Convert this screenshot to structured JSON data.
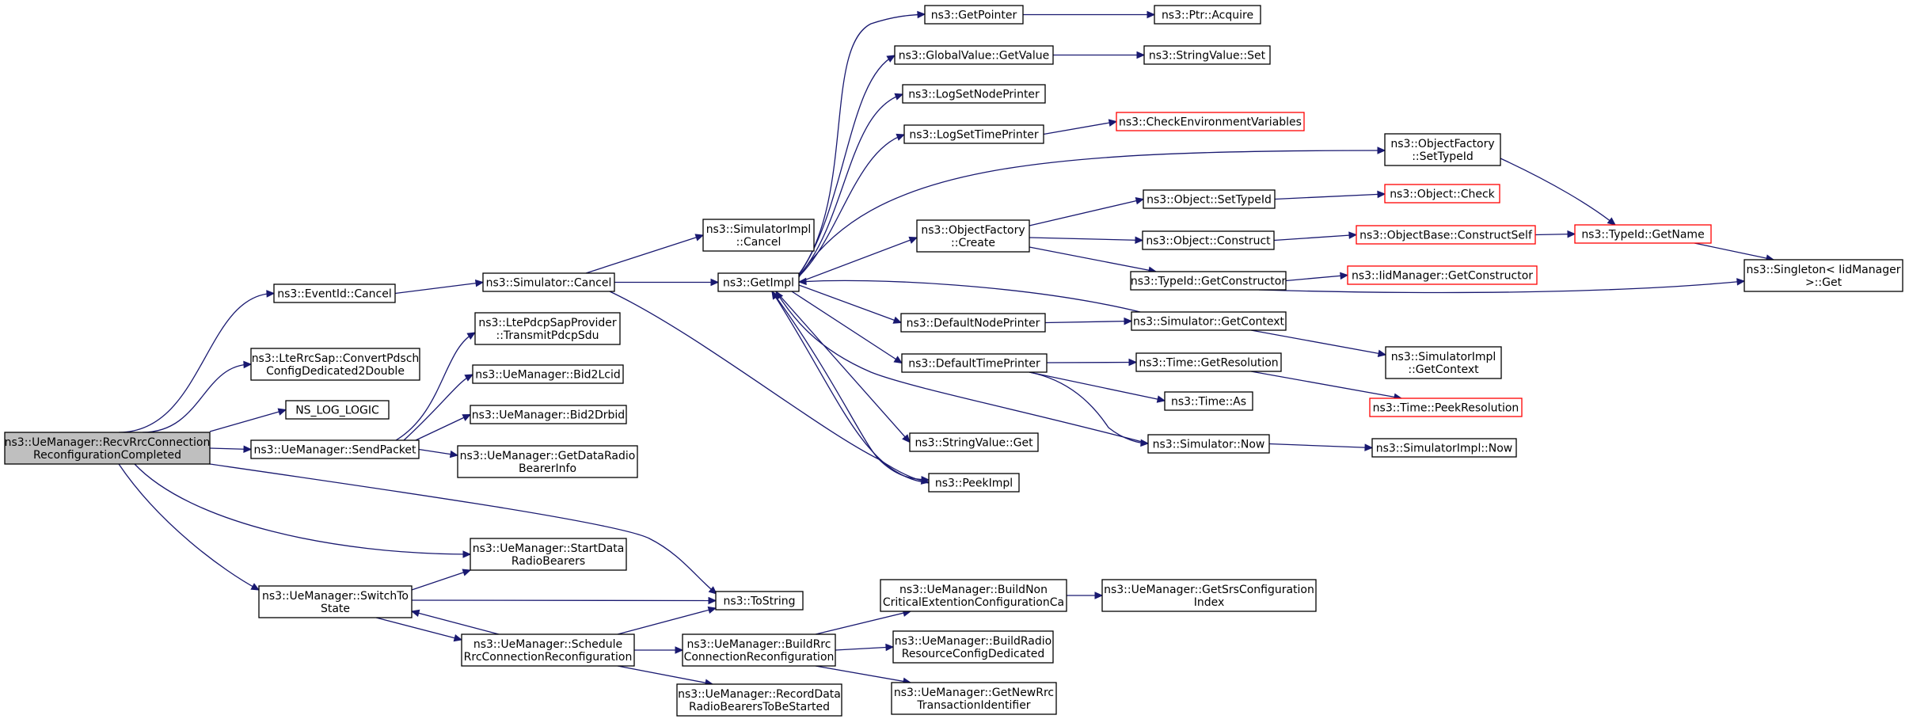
{
  "colors": {
    "edge": "#191970",
    "root_fill": "#bfbfbf",
    "node_border": "#000000",
    "truncated_border": "#ff0000"
  },
  "nodes": {
    "root": {
      "lines": [
        "ns3::UeManager::RecvRrcConnection",
        "ReconfigurationCompleted"
      ],
      "style": "root"
    },
    "eventid_cancel": {
      "lines": [
        "ns3::EventId::Cancel"
      ]
    },
    "convert": {
      "lines": [
        "ns3::LteRrcSap::ConvertPdsch",
        "ConfigDedicated2Double"
      ]
    },
    "ns_log_logic": {
      "lines": [
        "NS_LOG_LOGIC"
      ]
    },
    "sendpacket": {
      "lines": [
        "ns3::UeManager::SendPacket"
      ]
    },
    "switchto": {
      "lines": [
        "ns3::UeManager::SwitchTo",
        "State"
      ]
    },
    "sim_cancel": {
      "lines": [
        "ns3::Simulator::Cancel"
      ]
    },
    "transmitpdcp": {
      "lines": [
        "ns3::LtePdcpSapProvider",
        "::TransmitPdcpSdu"
      ]
    },
    "bid2lcid": {
      "lines": [
        "ns3::UeManager::Bid2Lcid"
      ]
    },
    "bid2drbid": {
      "lines": [
        "ns3::UeManager::Bid2Drbid"
      ]
    },
    "getdataradio": {
      "lines": [
        "ns3::UeManager::GetDataRadio",
        "BearerInfo"
      ]
    },
    "startdata": {
      "lines": [
        "ns3::UeManager::StartData",
        "RadioBearers"
      ]
    },
    "schedule": {
      "lines": [
        "ns3::UeManager::Schedule",
        "RrcConnectionReconfiguration"
      ]
    },
    "tostring": {
      "lines": [
        "ns3::ToString"
      ]
    },
    "simimpl_cancel": {
      "lines": [
        "ns3::SimulatorImpl",
        "::Cancel"
      ]
    },
    "getimpl": {
      "lines": [
        "ns3::GetImpl"
      ]
    },
    "buildrrc": {
      "lines": [
        "ns3::UeManager::BuildRrc",
        "ConnectionReconfiguration"
      ]
    },
    "recorddata": {
      "lines": [
        "ns3::UeManager::RecordData",
        "RadioBearersToBeStarted"
      ]
    },
    "getpointer": {
      "lines": [
        "ns3::GetPointer"
      ]
    },
    "globalvalue": {
      "lines": [
        "ns3::GlobalValue::GetValue"
      ]
    },
    "logsetnode": {
      "lines": [
        "ns3::LogSetNodePrinter"
      ]
    },
    "logsettime": {
      "lines": [
        "ns3::LogSetTimePrinter"
      ]
    },
    "objfactory_create": {
      "lines": [
        "ns3::ObjectFactory",
        "::Create"
      ]
    },
    "defaultnode": {
      "lines": [
        "ns3::DefaultNodePrinter"
      ]
    },
    "defaulttime": {
      "lines": [
        "ns3::DefaultTimePrinter"
      ]
    },
    "stringvalue_get": {
      "lines": [
        "ns3::StringValue::Get"
      ]
    },
    "peekimpl": {
      "lines": [
        "ns3::PeekImpl"
      ]
    },
    "buildnon": {
      "lines": [
        "ns3::UeManager::BuildNon",
        "CriticalExtentionConfigurationCa"
      ]
    },
    "buildradio": {
      "lines": [
        "ns3::UeManager::BuildRadio",
        "ResourceConfigDedicated"
      ]
    },
    "getnewrrc": {
      "lines": [
        "ns3::UeManager::GetNewRrc",
        "TransactionIdentifier"
      ]
    },
    "ptr_acquire": {
      "lines": [
        "ns3::Ptr::Acquire"
      ]
    },
    "stringvalue_set": {
      "lines": [
        "ns3::StringValue::Set"
      ]
    },
    "checkenv": {
      "lines": [
        "ns3::CheckEnvironmentVariables"
      ],
      "style": "red"
    },
    "object_settypeid": {
      "lines": [
        "ns3::Object::SetTypeId"
      ]
    },
    "object_construct": {
      "lines": [
        "ns3::Object::Construct"
      ]
    },
    "typeid_getconstructor": {
      "lines": [
        "ns3::TypeId::GetConstructor"
      ]
    },
    "sim_getcontext": {
      "lines": [
        "ns3::Simulator::GetContext"
      ]
    },
    "time_getres": {
      "lines": [
        "ns3::Time::GetResolution"
      ]
    },
    "time_as": {
      "lines": [
        "ns3::Time::As"
      ]
    },
    "sim_now": {
      "lines": [
        "ns3::Simulator::Now"
      ]
    },
    "getsrs": {
      "lines": [
        "ns3::UeManager::GetSrsConfiguration",
        "Index"
      ]
    },
    "objfactory_settypeid": {
      "lines": [
        "ns3::ObjectFactory",
        "::SetTypeId"
      ]
    },
    "object_check": {
      "lines": [
        "ns3::Object::Check"
      ],
      "style": "red"
    },
    "objectbase_constructself": {
      "lines": [
        "ns3::ObjectBase::ConstructSelf"
      ],
      "style": "red"
    },
    "iidmanager_getconstructor": {
      "lines": [
        "ns3::IidManager::GetConstructor"
      ],
      "style": "red"
    },
    "simimpl_getcontext": {
      "lines": [
        "ns3::SimulatorImpl",
        "::GetContext"
      ]
    },
    "time_peekres": {
      "lines": [
        "ns3::Time::PeekResolution"
      ],
      "style": "red"
    },
    "simimpl_now": {
      "lines": [
        "ns3::SimulatorImpl::Now"
      ]
    },
    "typeid_getname": {
      "lines": [
        "ns3::TypeId::GetName"
      ],
      "style": "red"
    },
    "singleton_get": {
      "lines": [
        "ns3::Singleton< IidManager",
        " >::Get"
      ]
    }
  }
}
